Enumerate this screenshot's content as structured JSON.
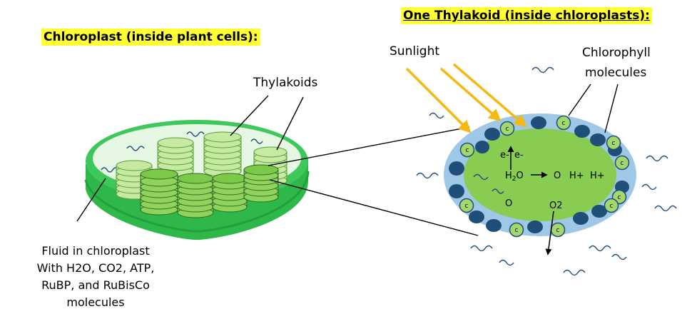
{
  "left_title": "Chloroplast (inside plant cells):",
  "right_title": "One Thylakoid (inside chloroplasts):",
  "labels": {
    "thylakoids": "Thylakoids",
    "sunlight": "Sunlight",
    "chlorophyll_line1": "Chlorophyll",
    "chlorophyll_line2": "molecules",
    "fluid_lines": [
      "Fluid in chloroplast",
      "With H2O, CO2, ATP,",
      "RuBP, and RuBisCo",
      "molecules"
    ]
  },
  "thylakoid_interior": {
    "electron_1": "e-",
    "electron_2": "e-",
    "water_h": "H",
    "water_sub": "2",
    "water_o": "O",
    "oxygen": "O",
    "h_plus_1": "H+",
    "h_plus_2": "H+",
    "oxygen_atom": "O",
    "oxygen_molecule": "O2"
  },
  "chlorophyll_symbol": "c",
  "colors": {
    "highlight": "#ffff33",
    "chloroplast_rim": "#2fbf4a",
    "thylakoid_body": "#8cd35a",
    "thylakoid_membrane": "#9fc8e6",
    "dark_particle": "#1f4e79",
    "sun_arrow": "#f5b914"
  }
}
